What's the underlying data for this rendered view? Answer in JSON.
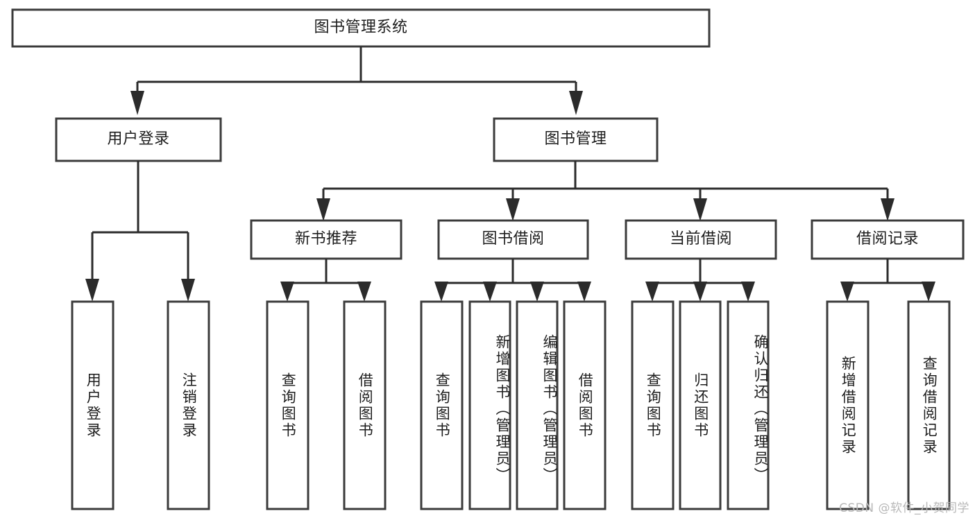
{
  "diagram": {
    "title": "图书管理系统",
    "watermark": "CSDN @软件_小贺同学",
    "colors": {
      "box_stroke": "#3b3b3b",
      "connector": "#2b2b2b",
      "text": "#1d1d1d",
      "background": "#ffffff",
      "watermark": "#b8b8b8"
    },
    "levels": {
      "root": {
        "label": "图书管理系统"
      },
      "level2": [
        {
          "id": "user-login",
          "label": "用户登录"
        },
        {
          "id": "book-management",
          "label": "图书管理"
        }
      ],
      "level3": [
        {
          "id": "new-book-recommend",
          "label": "新书推荐"
        },
        {
          "id": "book-borrow",
          "label": "图书借阅"
        },
        {
          "id": "current-borrow",
          "label": "当前借阅"
        },
        {
          "id": "borrow-record",
          "label": "借阅记录"
        }
      ],
      "leaves": {
        "user_login": [
          {
            "id": "leaf-user-login",
            "label": "用户登录"
          },
          {
            "id": "leaf-logout-login",
            "label": "注销登录"
          }
        ],
        "new_book_recommend": [
          {
            "id": "leaf-query-book-1",
            "label": "查询图书"
          },
          {
            "id": "leaf-borrow-book-1",
            "label": "借阅图书"
          }
        ],
        "book_borrow": [
          {
            "id": "leaf-query-book-2",
            "label": "查询图书"
          },
          {
            "id": "leaf-add-book",
            "label": "新增图书（管理员）"
          },
          {
            "id": "leaf-edit-book",
            "label": "编辑图书（管理员）"
          },
          {
            "id": "leaf-borrow-book-2",
            "label": "借阅图书"
          }
        ],
        "current_borrow": [
          {
            "id": "leaf-query-book-3",
            "label": "查询图书"
          },
          {
            "id": "leaf-return-book",
            "label": "归还图书"
          },
          {
            "id": "leaf-confirm-return",
            "label": "确认归还（管理员）"
          }
        ],
        "borrow_record": [
          {
            "id": "leaf-add-record",
            "label": "新增借阅记录"
          },
          {
            "id": "leaf-query-record",
            "label": "查询借阅记录"
          }
        ]
      }
    }
  }
}
